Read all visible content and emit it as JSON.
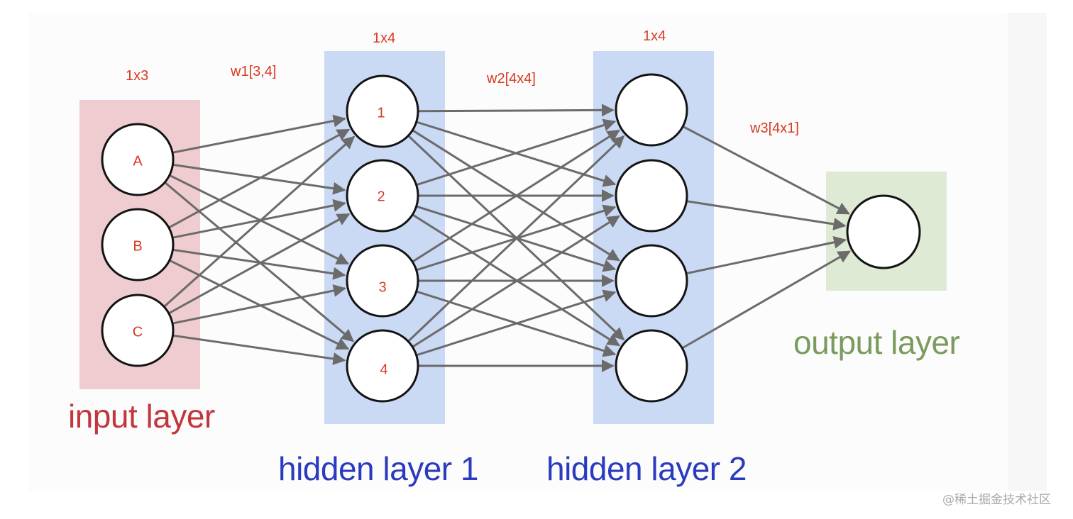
{
  "colors": {
    "input_band": "#efccd0",
    "hidden_band": "#cad9f4",
    "output_band": "#deead3",
    "input_title": "#c2373d",
    "hidden_title": "#2a3bbf",
    "output_title": "#7a9b5c",
    "annotation": "#d63a22",
    "edge": "#6b6b6b",
    "node_stroke": "#141414",
    "node_fill": "#ffffff"
  },
  "layers": {
    "input": {
      "title": "input layer",
      "shape": "1x3",
      "nodes": [
        "A",
        "B",
        "C"
      ]
    },
    "hidden1": {
      "title": "hidden layer 1",
      "shape": "1x4",
      "nodes": [
        "1",
        "2",
        "3",
        "4"
      ]
    },
    "hidden2": {
      "title": "hidden layer 2",
      "shape": "1x4",
      "nodes": [
        "",
        "",
        "",
        ""
      ]
    },
    "output": {
      "title": "output layer",
      "nodes": [
        ""
      ]
    }
  },
  "weights": {
    "w1": "w1[3,4]",
    "w2": "w2[4x4]",
    "w3": "w3[4x1]"
  },
  "watermark": "@稀土掘金技术社区"
}
